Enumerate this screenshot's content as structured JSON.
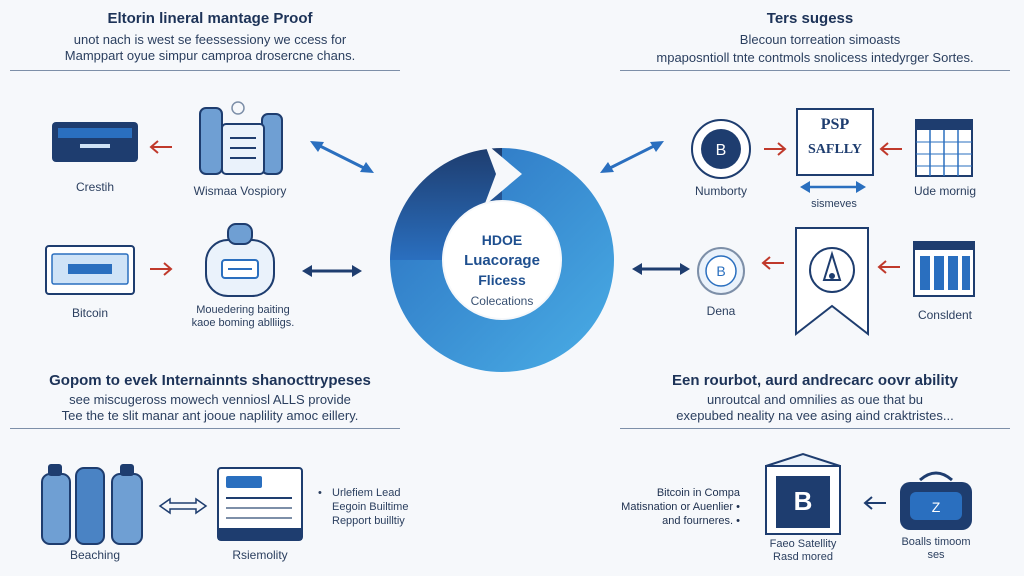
{
  "colors": {
    "navy": "#1e3d6f",
    "blue": "#2a6fbf",
    "light": "#4aaee6",
    "red": "#c0392b",
    "bg": "#f6f8fb"
  },
  "top_left": {
    "title": "Eltorin lineral mantage Proof",
    "line1": "unot nach is west se feessessiony we ccess for",
    "line2": "Mamppart oyue simpur camproa drosercne chans."
  },
  "top_right": {
    "title": "Ters sugess",
    "line1": "Blecoun torreation simoasts",
    "line2": "mpaposntioll tnte contmols snolicess intedyrger Sortes."
  },
  "left_items": [
    {
      "label": "Crestih",
      "icon": "wallet-icon"
    },
    {
      "label": "Wismaa Vospiory",
      "icon": "bottles-icon"
    },
    {
      "label": "Bitcoin",
      "icon": "banknote-icon"
    },
    {
      "label": "Mouedering baiting\nkaoe boming ablliigs.",
      "icon": "scanner-icon"
    }
  ],
  "right_items": [
    {
      "label": "Numborty",
      "icon": "coin-badge-icon"
    },
    {
      "label": "sismeves",
      "icon": "psp-sign-icon"
    },
    {
      "label": "Ude mornig",
      "icon": "table-icon"
    },
    {
      "label": "Dena",
      "icon": "bitcoin-coin-icon"
    },
    {
      "label": "Consldent",
      "icon": "columns-icon"
    }
  ],
  "psp": {
    "line1": "PSP",
    "line2": "SAFLLY"
  },
  "center": {
    "line1": "HDOE",
    "line2": "Luacorage",
    "line3": "Flicess",
    "line4": "Colecations"
  },
  "mid_left": {
    "title": "Gopom to evek Internainnts shanocttrypeses",
    "line1": "see miscugeross mowech venniosl ALLS provide",
    "line2": "Tee the te slit manar ant jooue naplility amoc eillery."
  },
  "mid_right": {
    "title": "Een rourbot, aurd andrecarc oovr ability",
    "line1": "unroutcal and omnilies as oue that bu",
    "line2": "exepubed neality na vee asing aind craktristes..."
  },
  "bottom_left": {
    "items": [
      {
        "label": "Beaching",
        "icon": "bottles-icon"
      },
      {
        "label": "Rsiemolity",
        "icon": "monitor-icon"
      }
    ],
    "bullets": [
      "Urlefiem Lead",
      "Eegoin Builtime",
      "Repport builltiy"
    ]
  },
  "bottom_right": {
    "list": [
      "Bitcoin in Compa",
      "Matisnation or Auenlier",
      "and fourneres."
    ],
    "bcard_letter": "B",
    "bcard_caption": [
      "Faeo Satellity",
      "Rasd mored"
    ],
    "bag_label": [
      "Boalls timoom",
      "ses"
    ]
  }
}
